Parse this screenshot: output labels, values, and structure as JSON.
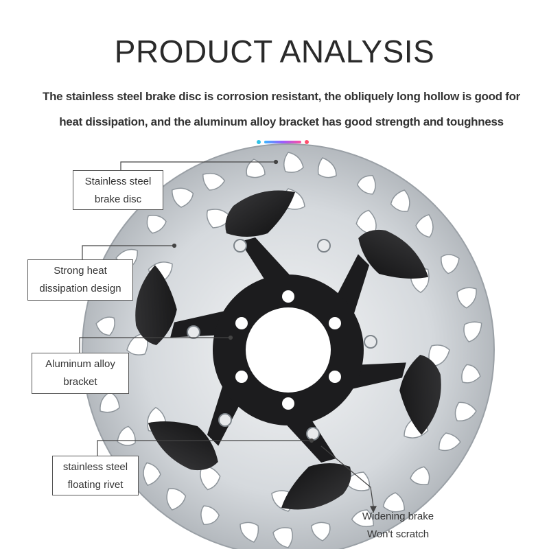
{
  "header": {
    "title": "PRODUCT ANALYSIS",
    "subtitle_line1": "The stainless steel brake disc is corrosion resistant, the obliquely long hollow is good for",
    "subtitle_line2": "heat dissipation, and the aluminum alloy bracket has good strength and toughness"
  },
  "labels": {
    "brake_disc": {
      "line1": "Stainless steel",
      "line2": "brake disc"
    },
    "heat": {
      "line1": "Strong heat",
      "line2": "dissipation design"
    },
    "bracket": {
      "line1": "Aluminum alloy",
      "line2": "bracket"
    },
    "rivet": {
      "line1": "stainless steel",
      "line2": "floating rivet"
    },
    "widening": {
      "line1": "Widening brake",
      "line2": "Won't scratch"
    }
  },
  "colors": {
    "steel": "#d9dde1",
    "steel_edge": "#9aa0a6",
    "bracket": "#1c1c1e",
    "divider_start": "#3bb5ff",
    "divider_end": "#ff4fa0"
  }
}
